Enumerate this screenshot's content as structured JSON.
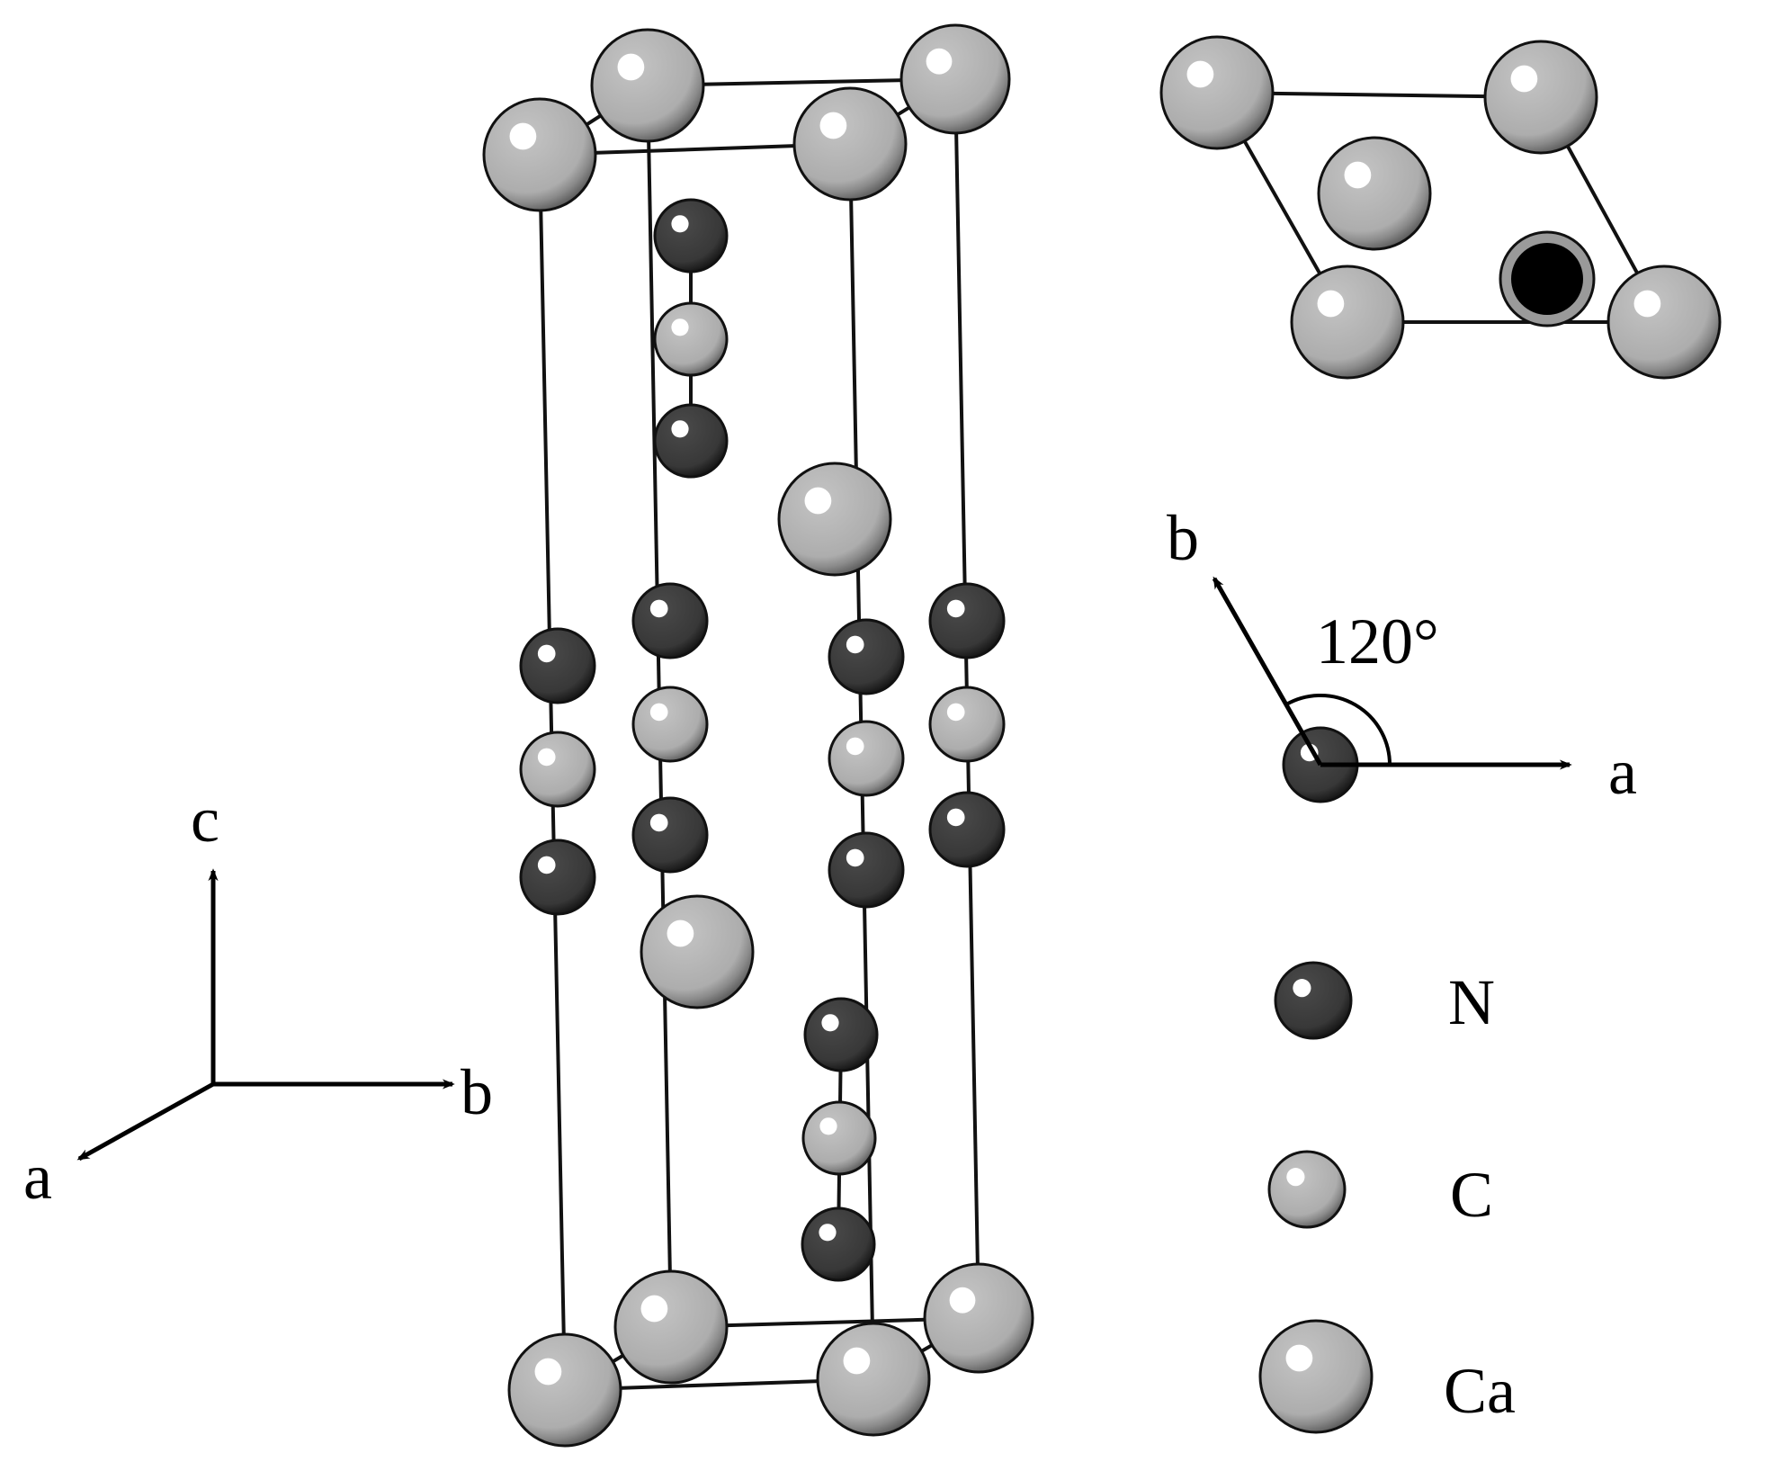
{
  "colors": {
    "ca_fill": "#b3b3b3",
    "ca_shade": "#5a5a5a",
    "c_fill": "#b3b3b3",
    "n_fill": "#3a3a3a",
    "n_shade": "#1a1a1a",
    "highlight": "#ffffff",
    "line": "#111111",
    "background": "#ffffff"
  },
  "axes_3d": {
    "c": "c",
    "b": "b",
    "a": "a"
  },
  "axes_2d": {
    "b": "b",
    "a": "a",
    "angle": "120°"
  },
  "legend": [
    {
      "symbol": "N",
      "label": "N",
      "atom": "nitrogen"
    },
    {
      "symbol": "C",
      "label": "C",
      "atom": "carbon"
    },
    {
      "symbol": "Ca",
      "label": "Ca",
      "atom": "calcium"
    }
  ]
}
